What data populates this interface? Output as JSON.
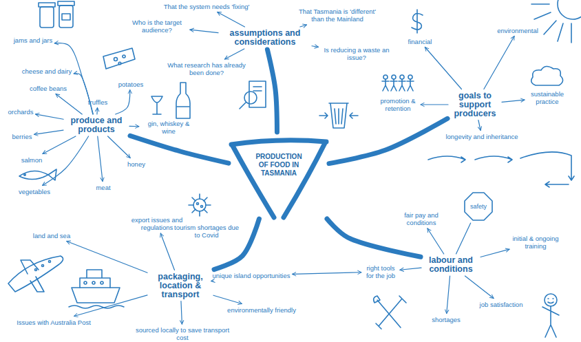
{
  "diagram": {
    "nodes": [
      {
        "text": [
          "PRODUCTION OF FOOD IN TASMANIA"
        ]
      },
      {
        "text": [
          "assumptions and considerations"
        ]
      },
      {
        "text": [
          "That the system needs 'fixing'"
        ]
      },
      {
        "text": [
          "That Tasmania is 'different' than the Mainland"
        ]
      },
      {
        "text": [
          "Who is the target audience?"
        ]
      },
      {
        "text": [
          "What research has already been done?"
        ]
      },
      {
        "text": [
          "Is reducing a waste an issue?"
        ]
      },
      {
        "text": [
          "goals to support producers"
        ]
      },
      {
        "text": [
          "financial"
        ]
      },
      {
        "text": [
          "environmental"
        ]
      },
      {
        "text": [
          "promotion & retention"
        ]
      },
      {
        "text": [
          "sustainable practice"
        ]
      },
      {
        "text": [
          "longevity and inheritance"
        ]
      },
      {
        "text": [
          "labour and conditions"
        ]
      },
      {
        "text": [
          "fair pay and conditions"
        ]
      },
      {
        "text": [
          "safety"
        ]
      },
      {
        "text": [
          "initial & ongoing training"
        ]
      },
      {
        "text": [
          "right tools for the job"
        ]
      },
      {
        "text": [
          "job satisfaction"
        ]
      },
      {
        "text": [
          "shortages"
        ]
      },
      {
        "text": [
          "packaging, location & transport"
        ]
      },
      {
        "text": [
          "export issues and regulations"
        ]
      },
      {
        "text": [
          "land and sea"
        ]
      },
      {
        "text": [
          "Issues with Australia Post"
        ]
      },
      {
        "text": [
          "unique island opportunities"
        ]
      },
      {
        "text": [
          "environmentally friendly"
        ]
      },
      {
        "text": [
          "sourced locally to save transport cost"
        ]
      },
      {
        "text": [
          "tourism shortages due to Covid"
        ]
      },
      {
        "text": [
          "produce and products"
        ]
      },
      {
        "text": [
          "jams and jars"
        ]
      },
      {
        "text": [
          "cheese and dairy"
        ]
      },
      {
        "text": [
          "coffee beans"
        ]
      },
      {
        "text": [
          "orchards"
        ]
      },
      {
        "text": [
          "berries"
        ]
      },
      {
        "text": [
          "salmon"
        ]
      },
      {
        "text": [
          "vegetables"
        ]
      },
      {
        "text": [
          "meat"
        ]
      },
      {
        "text": [
          "honey"
        ]
      },
      {
        "text": [
          "gin, whiskey & wine"
        ]
      },
      {
        "text": [
          "truffles"
        ]
      },
      {
        "text": [
          "potatoes"
        ]
      }
    ],
    "edges": [
      {
        "from": 0,
        "to": 1,
        "arrow": "none"
      },
      {
        "from": 0,
        "to": 7,
        "arrow": "none"
      },
      {
        "from": 0,
        "to": 13,
        "arrow": "none"
      },
      {
        "from": 0,
        "to": 20,
        "arrow": "none"
      },
      {
        "from": 0,
        "to": 28,
        "arrow": "none"
      },
      {
        "from": 1,
        "to": 2,
        "arrow": "to"
      },
      {
        "from": 1,
        "to": 3,
        "arrow": "to"
      },
      {
        "from": 1,
        "to": 4,
        "arrow": "to"
      },
      {
        "from": 1,
        "to": 5,
        "arrow": "to"
      },
      {
        "from": 1,
        "to": 6,
        "arrow": "to"
      },
      {
        "from": 7,
        "to": 8,
        "arrow": "to"
      },
      {
        "from": 7,
        "to": 9,
        "arrow": "to"
      },
      {
        "from": 7,
        "to": 10,
        "arrow": "to"
      },
      {
        "from": 7,
        "to": 11,
        "arrow": "to"
      },
      {
        "from": 7,
        "to": 12,
        "arrow": "to"
      },
      {
        "from": 13,
        "to": 14,
        "arrow": "to"
      },
      {
        "from": 13,
        "to": 15,
        "arrow": "none"
      },
      {
        "from": 13,
        "to": 16,
        "arrow": "to"
      },
      {
        "from": 13,
        "to": 17,
        "arrow": "to"
      },
      {
        "from": 13,
        "to": 18,
        "arrow": "to"
      },
      {
        "from": 13,
        "to": 19,
        "arrow": "to"
      },
      {
        "from": 24,
        "to": 17,
        "arrow": "both"
      },
      {
        "from": 20,
        "to": 21,
        "arrow": "to"
      },
      {
        "from": 20,
        "to": 22,
        "arrow": "to"
      },
      {
        "from": 20,
        "to": 23,
        "arrow": "to"
      },
      {
        "from": 20,
        "to": 24,
        "arrow": "to"
      },
      {
        "from": 20,
        "to": 25,
        "arrow": "to"
      },
      {
        "from": 20,
        "to": 26,
        "arrow": "to"
      },
      {
        "from": 28,
        "to": 29,
        "arrow": "to"
      },
      {
        "from": 28,
        "to": 30,
        "arrow": "to"
      },
      {
        "from": 28,
        "to": 31,
        "arrow": "to"
      },
      {
        "from": 28,
        "to": 32,
        "arrow": "to"
      },
      {
        "from": 28,
        "to": 33,
        "arrow": "to"
      },
      {
        "from": 28,
        "to": 34,
        "arrow": "to"
      },
      {
        "from": 28,
        "to": 35,
        "arrow": "to"
      },
      {
        "from": 28,
        "to": 36,
        "arrow": "to"
      },
      {
        "from": 28,
        "to": 37,
        "arrow": "to"
      },
      {
        "from": 28,
        "to": 38,
        "arrow": "to"
      },
      {
        "from": 28,
        "to": 39,
        "arrow": "to"
      },
      {
        "from": 28,
        "to": 40,
        "arrow": "to"
      }
    ]
  }
}
